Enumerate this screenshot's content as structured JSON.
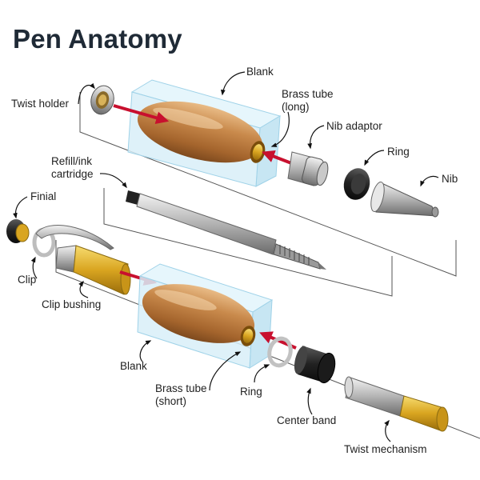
{
  "title": "Pen Anatomy",
  "labels": {
    "twist_holder": "Twist holder",
    "blank_top": "Blank",
    "brass_tube_long_1": "Brass tube",
    "brass_tube_long_2": "(long)",
    "nib_adaptor": "Nib adaptor",
    "ring_top": "Ring",
    "nib": "Nib",
    "refill_1": "Refill/ink",
    "refill_2": "cartridge",
    "finial": "Finial",
    "clip": "Clip",
    "clip_bushing": "Clip bushing",
    "blank_bottom": "Blank",
    "brass_tube_short_1": "Brass tube",
    "brass_tube_short_2": "(short)",
    "ring_bottom": "Ring",
    "center_band": "Center band",
    "twist_mechanism": "Twist mechanism"
  },
  "colors": {
    "arrow": "#c8102e",
    "wood": "#c8874a",
    "brass": "#d9a520",
    "block": "#cfeaf5",
    "title": "#1f2a36"
  }
}
